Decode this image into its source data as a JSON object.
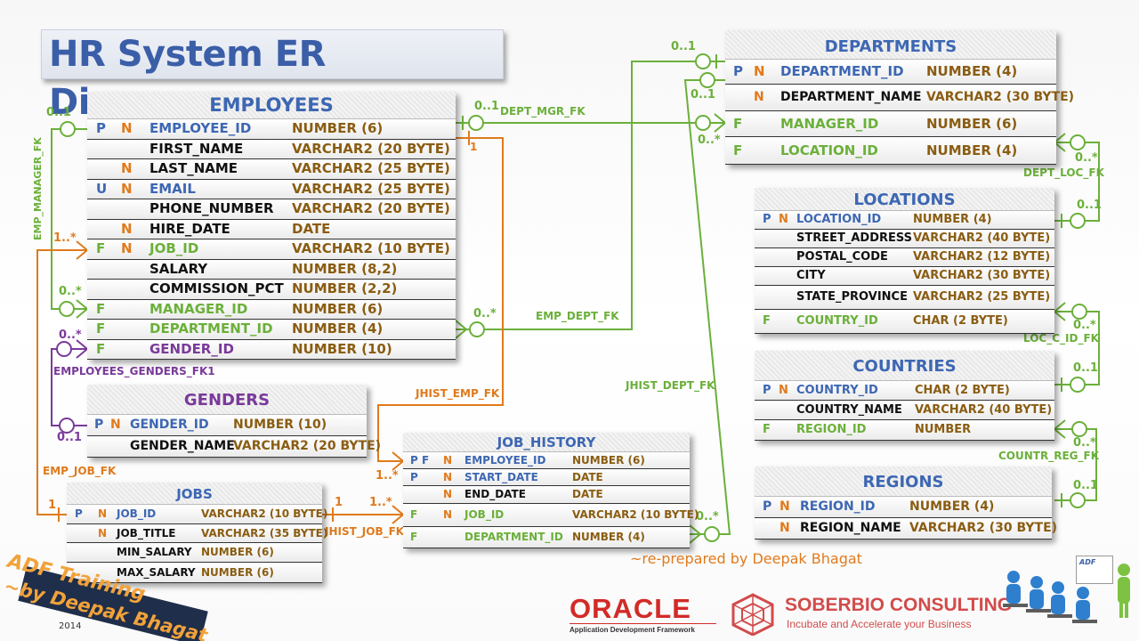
{
  "title": "HR System ER Diagram",
  "tables": {
    "employees": {
      "name": "EMPLOYEES",
      "rows": [
        {
          "p": "P",
          "n": "N",
          "col": "EMPLOYEE_ID",
          "type": "NUMBER (6)"
        },
        {
          "p": "",
          "n": "",
          "col": "FIRST_NAME",
          "type": "VARCHAR2 (20 BYTE)"
        },
        {
          "p": "",
          "n": "N",
          "col": "LAST_NAME",
          "type": "VARCHAR2 (25 BYTE)"
        },
        {
          "p": "U",
          "n": "N",
          "col": "EMAIL",
          "type": "VARCHAR2 (25 BYTE)"
        },
        {
          "p": "",
          "n": "",
          "col": "PHONE_NUMBER",
          "type": "VARCHAR2 (20 BYTE)"
        },
        {
          "p": "",
          "n": "N",
          "col": "HIRE_DATE",
          "type": "DATE"
        },
        {
          "p": "F",
          "n": "N",
          "col": "JOB_ID",
          "type": "VARCHAR2 (10 BYTE)"
        },
        {
          "p": "",
          "n": "",
          "col": "SALARY",
          "type": "NUMBER (8,2)"
        },
        {
          "p": "",
          "n": "",
          "col": "COMMISSION_PCT",
          "type": "NUMBER (2,2)"
        },
        {
          "p": "F",
          "n": "",
          "col": "MANAGER_ID",
          "type": "NUMBER (6)"
        },
        {
          "p": "F",
          "n": "",
          "col": "DEPARTMENT_ID",
          "type": "NUMBER (4)"
        },
        {
          "p": "F",
          "n": "",
          "col": "GENDER_ID",
          "type": "NUMBER (10)"
        }
      ]
    },
    "departments": {
      "name": "DEPARTMENTS",
      "rows": [
        {
          "p": "P",
          "n": "N",
          "col": "DEPARTMENT_ID",
          "type": "NUMBER (4)"
        },
        {
          "p": "",
          "n": "N",
          "col": "DEPARTMENT_NAME",
          "type": "VARCHAR2 (30 BYTE)"
        },
        {
          "p": "F",
          "n": "",
          "col": "MANAGER_ID",
          "type": "NUMBER (6)"
        },
        {
          "p": "F",
          "n": "",
          "col": "LOCATION_ID",
          "type": "NUMBER (4)"
        }
      ]
    },
    "locations": {
      "name": "LOCATIONS",
      "rows": [
        {
          "p": "P",
          "n": "N",
          "col": "LOCATION_ID",
          "type": "NUMBER (4)"
        },
        {
          "p": "",
          "n": "",
          "col": "STREET_ADDRESS",
          "type": "VARCHAR2 (40 BYTE)"
        },
        {
          "p": "",
          "n": "",
          "col": "POSTAL_CODE",
          "type": "VARCHAR2 (12 BYTE)"
        },
        {
          "p": "",
          "n": "",
          "col": "CITY",
          "type": "VARCHAR2 (30 BYTE)"
        },
        {
          "p": "",
          "n": "",
          "col": "STATE_PROVINCE",
          "type": "VARCHAR2 (25 BYTE)"
        },
        {
          "p": "F",
          "n": "",
          "col": "COUNTRY_ID",
          "type": "CHAR (2 BYTE)"
        }
      ]
    },
    "countries": {
      "name": "COUNTRIES",
      "rows": [
        {
          "p": "P",
          "n": "N",
          "col": "COUNTRY_ID",
          "type": "CHAR (2 BYTE)"
        },
        {
          "p": "",
          "n": "",
          "col": "COUNTRY_NAME",
          "type": "VARCHAR2 (40 BYTE)"
        },
        {
          "p": "F",
          "n": "",
          "col": "REGION_ID",
          "type": "NUMBER"
        }
      ]
    },
    "regions": {
      "name": "REGIONS",
      "rows": [
        {
          "p": "P",
          "n": "N",
          "col": "REGION_ID",
          "type": "NUMBER (4)"
        },
        {
          "p": "",
          "n": "N",
          "col": "REGION_NAME",
          "type": "VARCHAR2 (30 BYTE)"
        }
      ]
    },
    "genders": {
      "name": "GENDERS",
      "rows": [
        {
          "p": "P",
          "n": "N",
          "col": "GENDER_ID",
          "type": "NUMBER (10)"
        },
        {
          "p": "",
          "n": "",
          "col": "GENDER_NAME",
          "type": "VARCHAR2 (20 BYTE)"
        }
      ]
    },
    "jobs": {
      "name": "JOBS",
      "rows": [
        {
          "p": "P",
          "n": "N",
          "col": "JOB_ID",
          "type": "VARCHAR2 (10 BYTE)"
        },
        {
          "p": "",
          "n": "N",
          "col": "JOB_TITLE",
          "type": "VARCHAR2 (35 BYTE)"
        },
        {
          "p": "",
          "n": "",
          "col": "MIN_SALARY",
          "type": "NUMBER (6)"
        },
        {
          "p": "",
          "n": "",
          "col": "MAX_SALARY",
          "type": "NUMBER (6)"
        }
      ]
    },
    "job_history": {
      "name": "JOB_HISTORY",
      "rows": [
        {
          "p": "P F",
          "n": "N",
          "col": "EMPLOYEE_ID",
          "type": "NUMBER (6)"
        },
        {
          "p": "P",
          "n": "N",
          "col": "START_DATE",
          "type": "DATE"
        },
        {
          "p": "",
          "n": "N",
          "col": "END_DATE",
          "type": "DATE"
        },
        {
          "p": "F",
          "n": "N",
          "col": "JOB_ID",
          "type": "VARCHAR2 (10 BYTE)"
        },
        {
          "p": "F",
          "n": "",
          "col": "DEPARTMENT_ID",
          "type": "NUMBER (4)"
        }
      ]
    }
  },
  "relations": {
    "emp_manager_fk": "EMP_MANAGER_FK",
    "dept_mgr_fk": "DEPT_MGR_FK",
    "emp_dept_fk": "EMP_DEPT_FK",
    "employees_genders_fk1": "EMPLOYEES_GENDERS_FK1",
    "jhist_emp_fk": "JHIST_EMP_FK",
    "jhist_dept_fk": "JHIST_DEPT_FK",
    "emp_job_fk": "EMP_JOB_FK",
    "jhist_job_fk": "JHIST_JOB_FK",
    "dept_loc_fk": "DEPT_LOC_FK",
    "loc_c_id_fk": "LOC_C_ID_FK",
    "countr_reg_fk": "COUNTR_REG_FK"
  },
  "cardinality": {
    "zero_one": "0..1",
    "zero_many": "0..*",
    "one": "1",
    "one_many": "1..*"
  },
  "credit": "~re-prepared by Deepak Bhagat",
  "watermark": {
    "line1": "ADF Training",
    "line2": "~by Deepak Bhagat",
    "year": "2014"
  },
  "logos": {
    "oracle": "ORACLE",
    "oracle_sub": "Application Development Framework",
    "soberbio": "SOBERBIO CONSULTING",
    "soberbio_sub": "Incubate and Accelerate your Business",
    "adf": "ADF"
  },
  "colors": {
    "green": "#6bb03a",
    "orange": "#e07a1c",
    "purple": "#7a3a9a",
    "blue": "#3d67b3"
  }
}
